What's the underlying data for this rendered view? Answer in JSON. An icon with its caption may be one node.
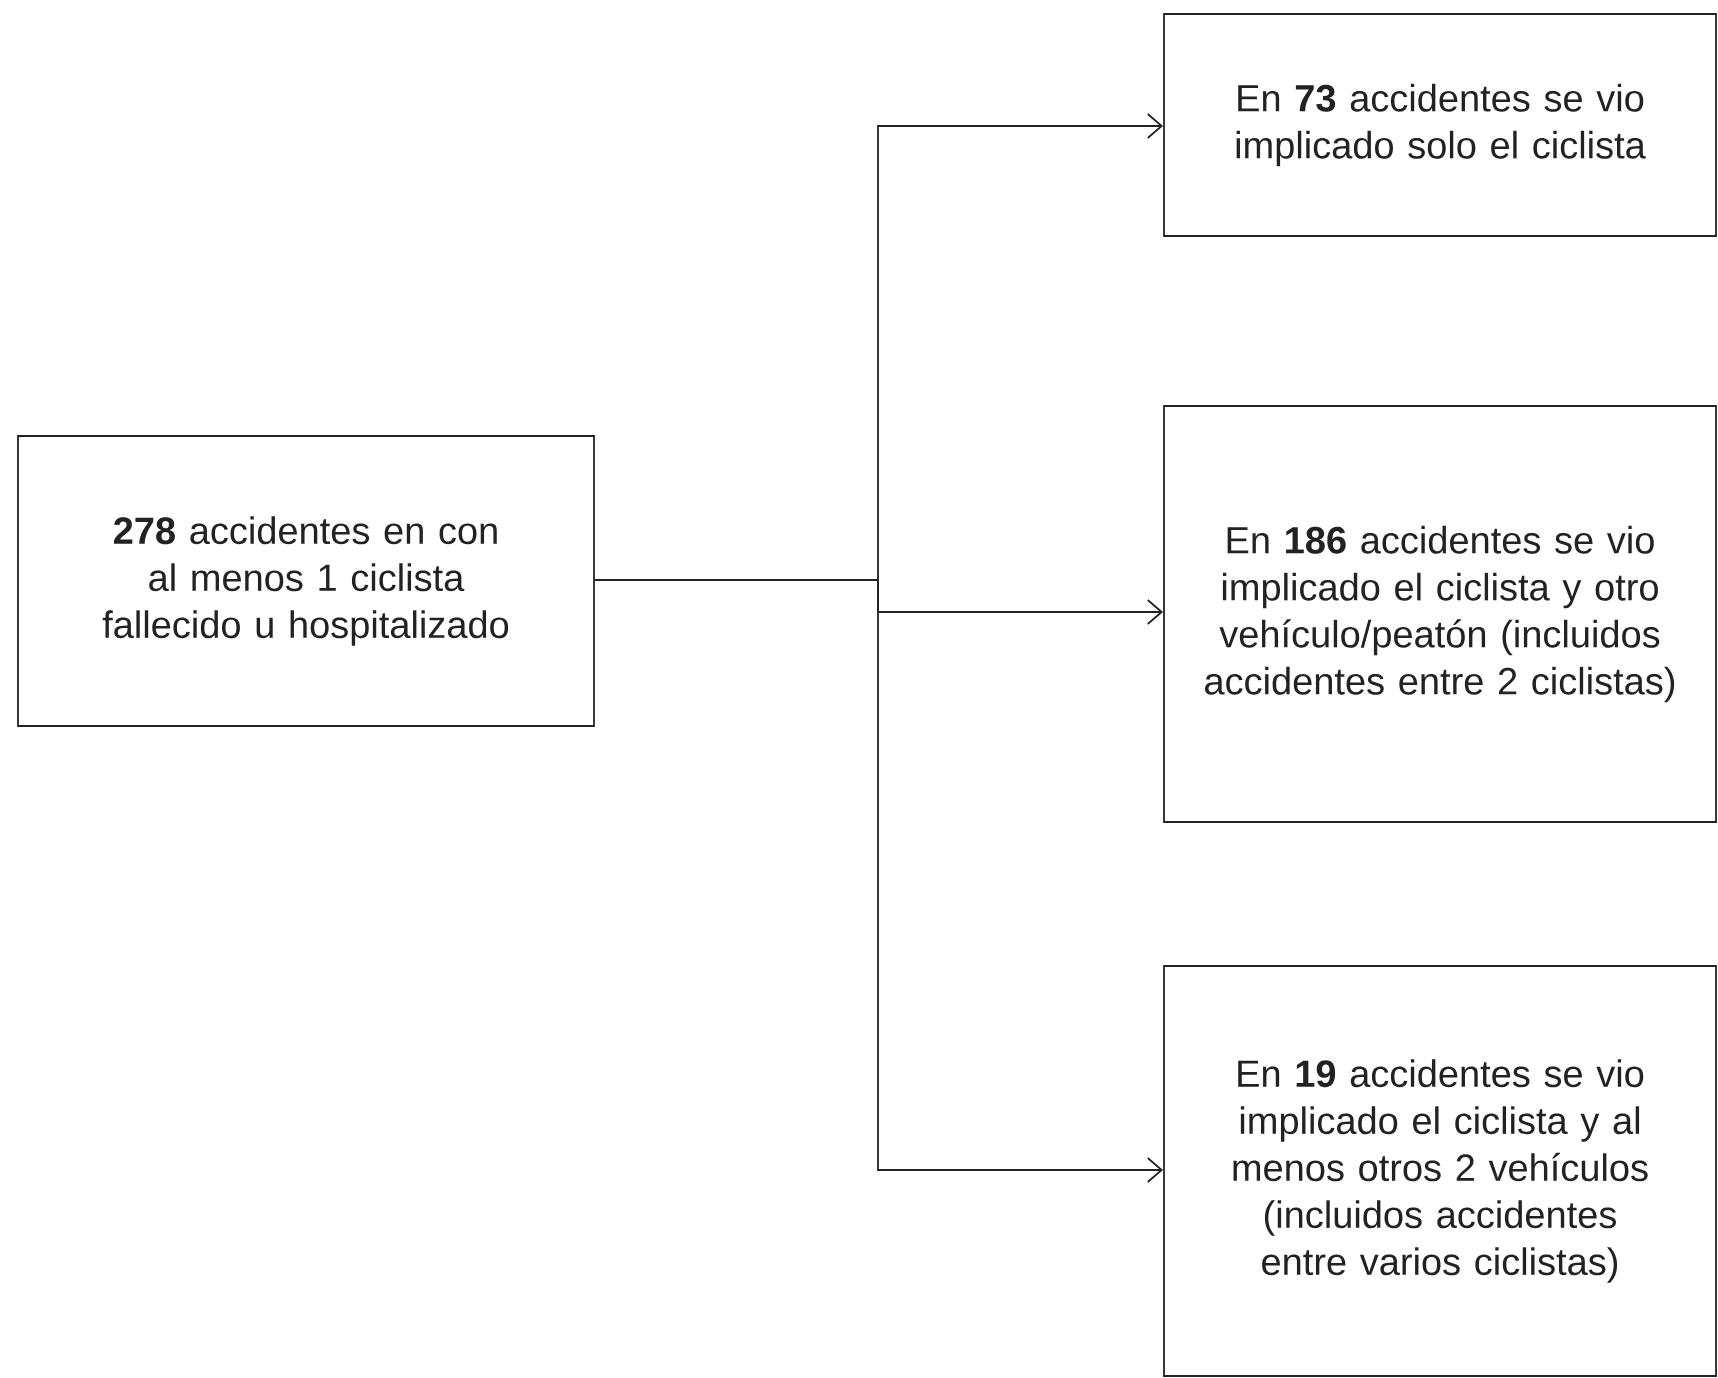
{
  "diagram": {
    "nodes": [
      {
        "text": [
          "**278** accidentes en con al menos 1 ciclista fallecido u hospitalizado"
        ]
      },
      {
        "text": [
          "En **73** accidentes se vio implicado solo el ciclista"
        ]
      },
      {
        "text": [
          "En **186** accidentes se vio implicado el ciclista y otro vehículo/peatón (incluidos accidentes entre 2 ciclistas)"
        ]
      },
      {
        "text": [
          "En **19** accidentes se vio implicado el ciclista y al menos otros 2 vehículos (incluidos accidentes entre varios ciclistas)"
        ]
      }
    ],
    "edges": [
      {
        "from": 0,
        "to": 1,
        "arrow": "to"
      },
      {
        "from": 0,
        "to": 2,
        "arrow": "to"
      },
      {
        "from": 0,
        "to": 3,
        "arrow": "to"
      }
    ]
  }
}
